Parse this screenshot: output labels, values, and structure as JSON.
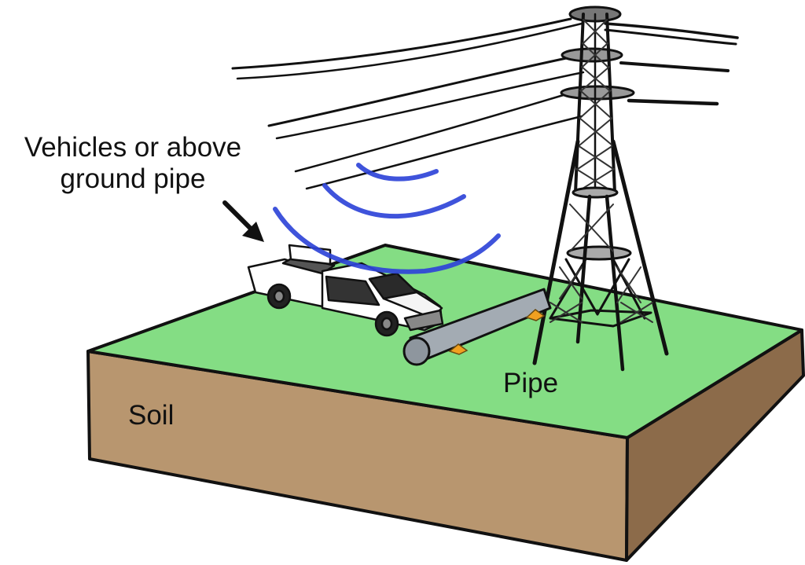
{
  "diagram": {
    "title": "Electromagnetic interference from high-voltage power lines",
    "labels": {
      "vehicles_line1": "Vehicles or above",
      "vehicles_line2": "ground pipe",
      "soil": "Soil",
      "pipe": "Pipe"
    },
    "components": [
      {
        "name": "transmission-tower",
        "description": "Steel lattice high-voltage transmission tower"
      },
      {
        "name": "power-lines",
        "count": 8,
        "description": "Overhead conductors strung from the tower"
      },
      {
        "name": "em-field-waves",
        "count": 3,
        "description": "Blue arcs showing induced electromagnetic field"
      },
      {
        "name": "utility-truck",
        "description": "White pickup truck with utility bed"
      },
      {
        "name": "pipeline",
        "description": "Grey above-ground pipe resting on orange supports"
      },
      {
        "name": "ground-block",
        "description": "Green surface over brown soil block"
      }
    ],
    "colors": {
      "grass": "#84dd84",
      "soil_front": "#b8966f",
      "soil_side": "#8c6b4a",
      "wave": "#2f45d8",
      "pipe": "#a3abb3",
      "support": "#f0a020",
      "outline": "#111111"
    }
  }
}
